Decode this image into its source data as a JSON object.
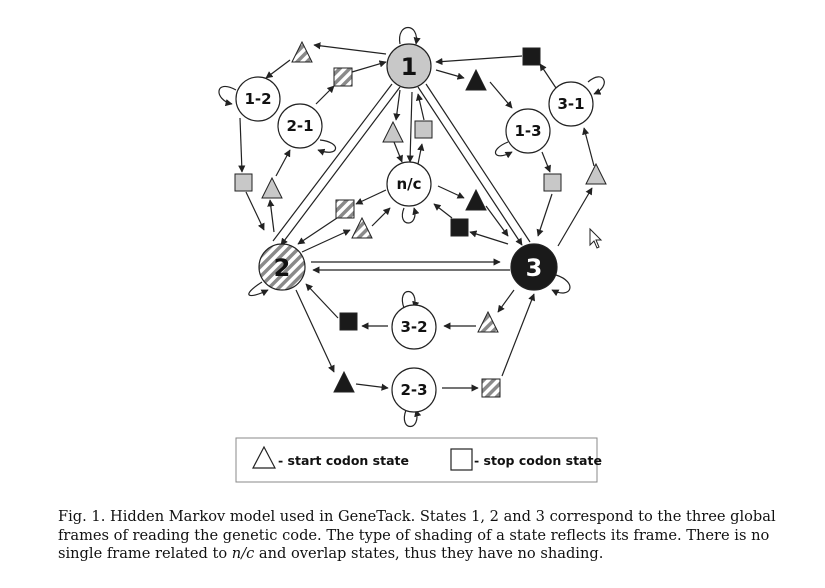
{
  "diagram": {
    "states": {
      "s1": "1",
      "s2": "2",
      "s3": "3",
      "s12": "1-2",
      "s21": "2-1",
      "s13": "1-3",
      "s31": "3-1",
      "s32": "3-2",
      "s23": "2-3",
      "nc": "n/c"
    },
    "legend": {
      "start": "- start codon state",
      "stop": "- stop codon state"
    },
    "colors": {
      "frame1_fill": "#c8c8c8",
      "frame3_fill": "#1a1a1a",
      "frame2_fill": "hatched",
      "line": "#222222"
    }
  },
  "caption": {
    "part1": "Fig. 1. Hidden Markov model used in GeneTack. States 1, 2 and 3 correspond to the three global frames of reading the genetic code. The type of shading of a state reflects its frame. There is no single frame related to ",
    "italic": "n/c",
    "part2": " and overlap states, thus they have no shading."
  }
}
